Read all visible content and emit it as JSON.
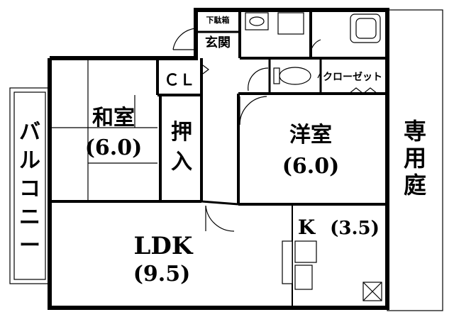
{
  "rooms": {
    "washitsu": {
      "name": "和室",
      "size": "(6.0)"
    },
    "youshitsu": {
      "name": "洋室",
      "size": "(6.0)"
    },
    "ldk": {
      "name": "LDK",
      "size": "(9.5)"
    },
    "kitchen": {
      "name": "K",
      "size": "(3.5)"
    },
    "oshiire": {
      "chars": [
        "押",
        "入"
      ]
    },
    "cl": {
      "label": "ＣＬ"
    },
    "closet": {
      "label": "クローゼット"
    },
    "genkan": {
      "label": "玄関"
    },
    "getabako": {
      "label": "下駄箱"
    },
    "balcony": {
      "chars": [
        "バ",
        "ル",
        "コ",
        "ニ",
        "ー"
      ]
    },
    "garden": {
      "chars": [
        "専",
        "用",
        "庭"
      ]
    }
  }
}
